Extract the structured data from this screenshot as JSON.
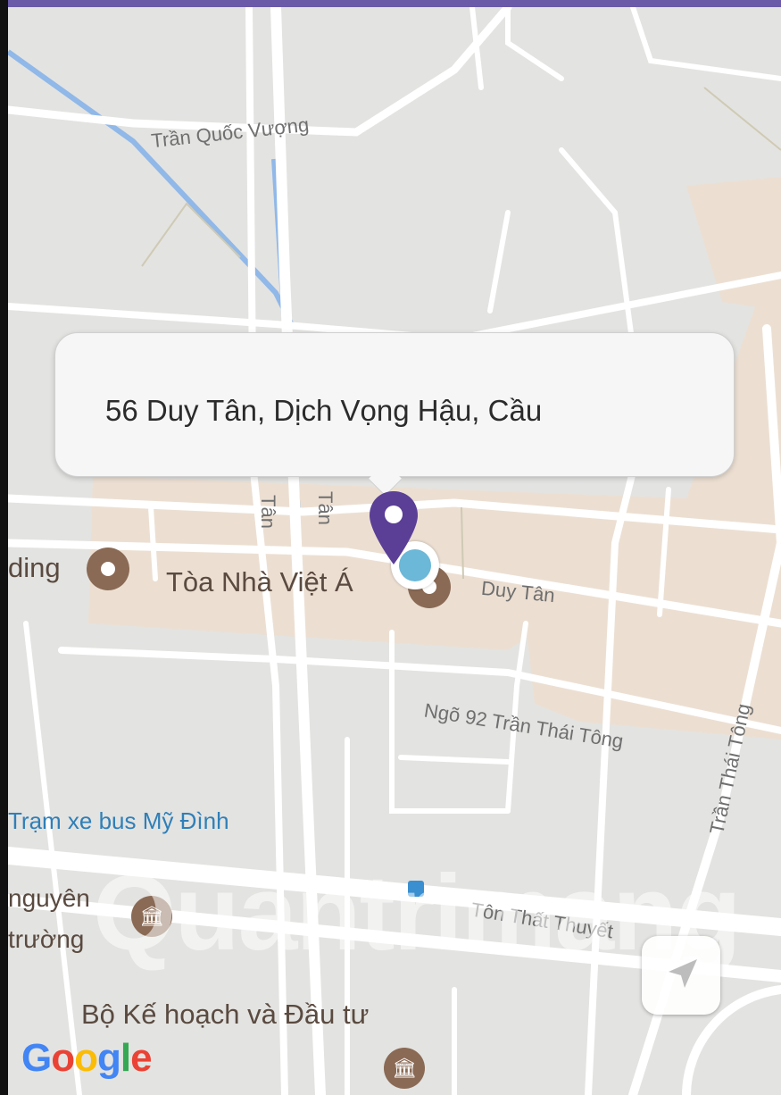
{
  "info_window": {
    "address": "56 Duy Tân, Dịch Vọng Hậu, Cầu"
  },
  "streets": {
    "tran_quoc_vuong": "Trần Quốc Vượng",
    "duy_tan": "Duy Tân",
    "ngo_92": "Ngõ 92 Trần Thái Tông",
    "tran_thai_tong": "Trần Thái Tông",
    "ton_that_thuyet": "Tôn Thất Thuyết",
    "tan_left": "Tân",
    "tan_right": "Tân"
  },
  "pois": {
    "toa_nha_viet_a": "Tòa Nhà Việt Á",
    "building_partial": "ding",
    "bus_station": "Trạm xe bus Mỹ Đình",
    "nguyen_line1": "nguyên",
    "nguyen_line2": "trường",
    "bo_ke_hoach": "Bộ Kế hoạch và Đầu tư"
  },
  "watermark": "Quantrimang",
  "google_logo": {
    "letters": [
      "G",
      "o",
      "o",
      "g",
      "l",
      "e"
    ]
  },
  "colors": {
    "map_bg": "#e3e3e1",
    "road": "#ffffff",
    "commercial_area": "#ecdfd2",
    "water": "#90b8e8",
    "marker": "#5b3f96",
    "location_dot": "#6bb8d8",
    "top_bar": "#6a5aa8"
  },
  "icons": {
    "marker": "map-pin-icon",
    "location": "my-location-dot-icon",
    "compass": "compass-arrow-icon",
    "bus": "bus-stop-icon",
    "government": "government-building-icon"
  }
}
